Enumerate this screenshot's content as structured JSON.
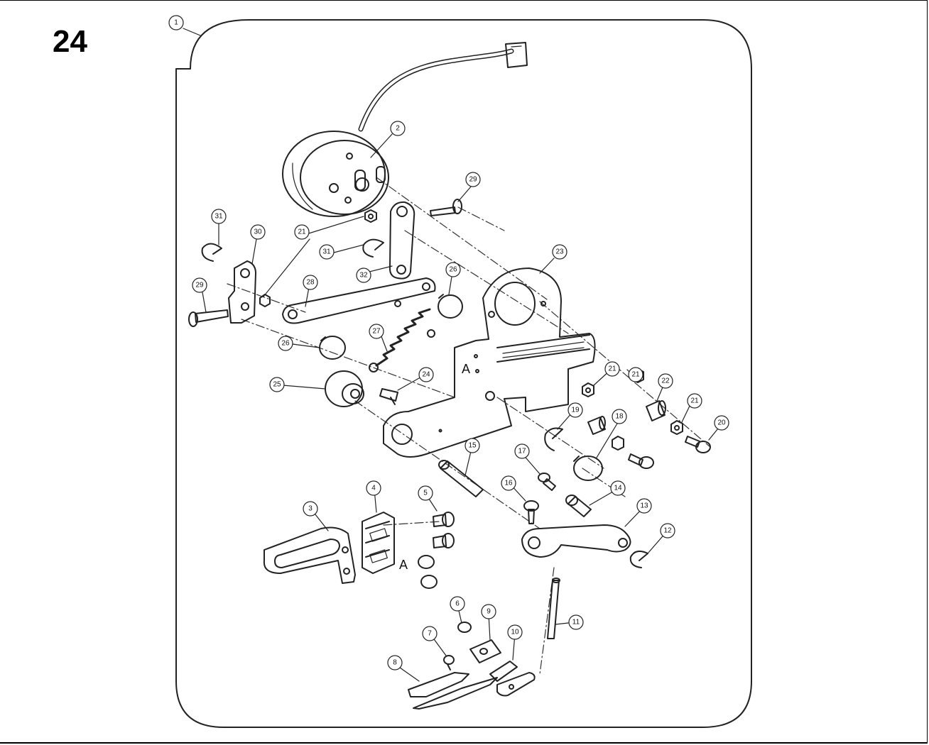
{
  "page": {
    "number": "24"
  },
  "callouts": [
    {
      "id": "c1",
      "label": "1"
    },
    {
      "id": "c2",
      "label": "2"
    },
    {
      "id": "c3",
      "label": "3"
    },
    {
      "id": "c4",
      "label": "4"
    },
    {
      "id": "c5",
      "label": "5"
    },
    {
      "id": "c6",
      "label": "6"
    },
    {
      "id": "c7",
      "label": "7"
    },
    {
      "id": "c8",
      "label": "8"
    },
    {
      "id": "c9",
      "label": "9"
    },
    {
      "id": "c10",
      "label": "10"
    },
    {
      "id": "c11",
      "label": "11"
    },
    {
      "id": "c12",
      "label": "12"
    },
    {
      "id": "c13",
      "label": "13"
    },
    {
      "id": "c14",
      "label": "14"
    },
    {
      "id": "c15",
      "label": "15"
    },
    {
      "id": "c16",
      "label": "16"
    },
    {
      "id": "c17",
      "label": "17"
    },
    {
      "id": "c18",
      "label": "18"
    },
    {
      "id": "c19",
      "label": "19"
    },
    {
      "id": "c20",
      "label": "20"
    },
    {
      "id": "c21a",
      "label": "21"
    },
    {
      "id": "c21b",
      "label": "21"
    },
    {
      "id": "c21c",
      "label": "21"
    },
    {
      "id": "c21d",
      "label": "21"
    },
    {
      "id": "c22",
      "label": "22"
    },
    {
      "id": "c23",
      "label": "23"
    },
    {
      "id": "c24",
      "label": "24"
    },
    {
      "id": "c25",
      "label": "25"
    },
    {
      "id": "c26a",
      "label": "26"
    },
    {
      "id": "c26b",
      "label": "26"
    },
    {
      "id": "c27",
      "label": "27"
    },
    {
      "id": "c28",
      "label": "28"
    },
    {
      "id": "c29a",
      "label": "29"
    },
    {
      "id": "c29b",
      "label": "29"
    },
    {
      "id": "c30",
      "label": "30"
    },
    {
      "id": "c31a",
      "label": "31"
    },
    {
      "id": "c31b",
      "label": "31"
    },
    {
      "id": "c32",
      "label": "32"
    }
  ],
  "markers": {
    "a1": "A",
    "a2": "A"
  }
}
